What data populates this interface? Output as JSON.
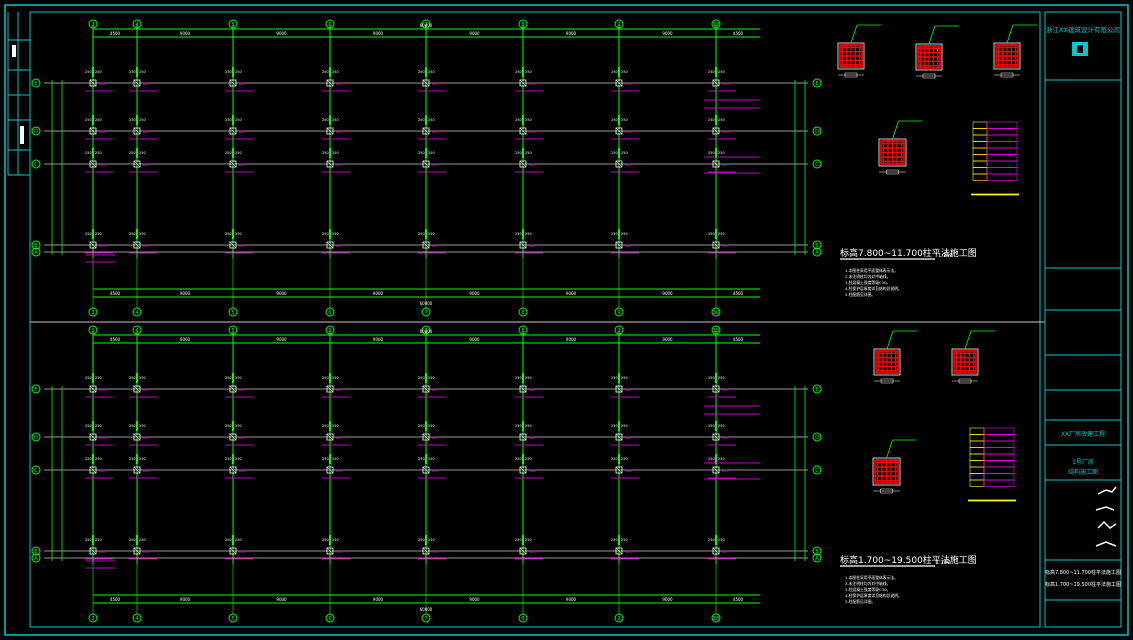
{
  "company": "浙江XX建筑设计有限公司",
  "plan_top": {
    "title": "标高7.800~11.700柱平法施工图",
    "scale": "1:100",
    "notes": [
      "1.本图柱采用平面整体表示法。",
      "2.未注明柱均为对中轴线。",
      "3.柱混凝土强度等级C30。",
      "4.柱保护层厚度详见结构总说明。",
      "5.柱配筋见详图。"
    ]
  },
  "plan_bottom": {
    "title": "标高1.700~19.500柱平法施工图",
    "scale": "1:100",
    "notes": [
      "1.本图柱采用平面整体表示法。",
      "2.未注明柱均为对中轴线。",
      "3.柱混凝土强度等级C30。",
      "4.柱保护层厚度详见结构总说明。",
      "5.柱配筋见详图。"
    ]
  },
  "axes_columns": [
    "3",
    "4",
    "5",
    "6",
    "7",
    "8",
    "9",
    "10"
  ],
  "axes_rows": [
    "E",
    "D",
    "C",
    "B",
    "A"
  ],
  "dims_overall": "60000",
  "dims_bays": [
    "4500",
    "9000",
    "9000",
    "9000",
    "9000",
    "9000",
    "9000",
    "4500"
  ],
  "column_tag": "KZ1",
  "title_block": {
    "project": "XX厂房改建工程",
    "subproject": "1号厂房",
    "drawing_name": "结构施工图",
    "sheet_title_1": "标高7.800~11.700柱平法施工图",
    "sheet_title_2": "标高1.700~19.500柱平法施工图"
  },
  "colors": {
    "frame": "#00c8c8",
    "grid": "#00ff00",
    "column_lines": "#c8c8c8",
    "annotation": "#ff00ff",
    "text": "#ffffff",
    "rebar": "#ff0000",
    "table": "#ffff00"
  }
}
